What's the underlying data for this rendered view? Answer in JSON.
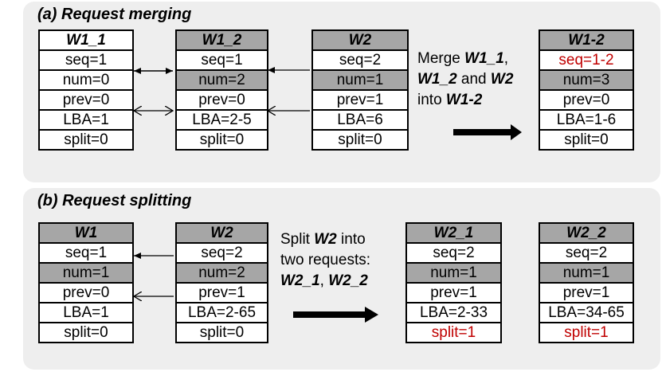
{
  "panel_a": {
    "title": "(a) Request merging",
    "tables": [
      {
        "header": "W1_1",
        "rows": [
          "seq=1",
          "num=0",
          "prev=0",
          "LBA=1",
          "split=0"
        ]
      },
      {
        "header": "W1_2",
        "rows": [
          "seq=1",
          "num=2",
          "prev=0",
          "LBA=2-5",
          "split=0"
        ]
      },
      {
        "header": "W2",
        "rows": [
          "seq=2",
          "num=1",
          "prev=1",
          "LBA=6",
          "split=0"
        ]
      },
      {
        "header": "W1-2",
        "rows": [
          "seq=1-2",
          "num=3",
          "prev=0",
          "LBA=1-6",
          "split=0"
        ]
      }
    ],
    "caption": {
      "t1": "Merge ",
      "b1": "W1_1",
      "t2": ",",
      "b2": "W1_2",
      "t3": " and ",
      "b3": "W2",
      "t4": "into ",
      "b4": "W1-2"
    }
  },
  "panel_b": {
    "title": "(b) Request splitting",
    "tables": [
      {
        "header": "W1",
        "rows": [
          "seq=1",
          "num=1",
          "prev=0",
          "LBA=1",
          "split=0"
        ]
      },
      {
        "header": "W2",
        "rows": [
          "seq=2",
          "num=2",
          "prev=1",
          "LBA=2-65",
          "split=0"
        ]
      },
      {
        "header": "W2_1",
        "rows": [
          "seq=2",
          "num=1",
          "prev=1",
          "LBA=2-33",
          "split=1"
        ]
      },
      {
        "header": "W2_2",
        "rows": [
          "seq=2",
          "num=1",
          "prev=1",
          "LBA=34-65",
          "split=1"
        ]
      }
    ],
    "caption": {
      "t1": "Split ",
      "b1": "W2",
      "t2": " into",
      "t3": "two requests:",
      "b2": "W2_1",
      "t4": ", ",
      "b3": "W2_2"
    }
  },
  "colors": {
    "panel_bg": "#eeeeee",
    "shade": "#a6a6a6",
    "highlight_red": "#c00000"
  }
}
